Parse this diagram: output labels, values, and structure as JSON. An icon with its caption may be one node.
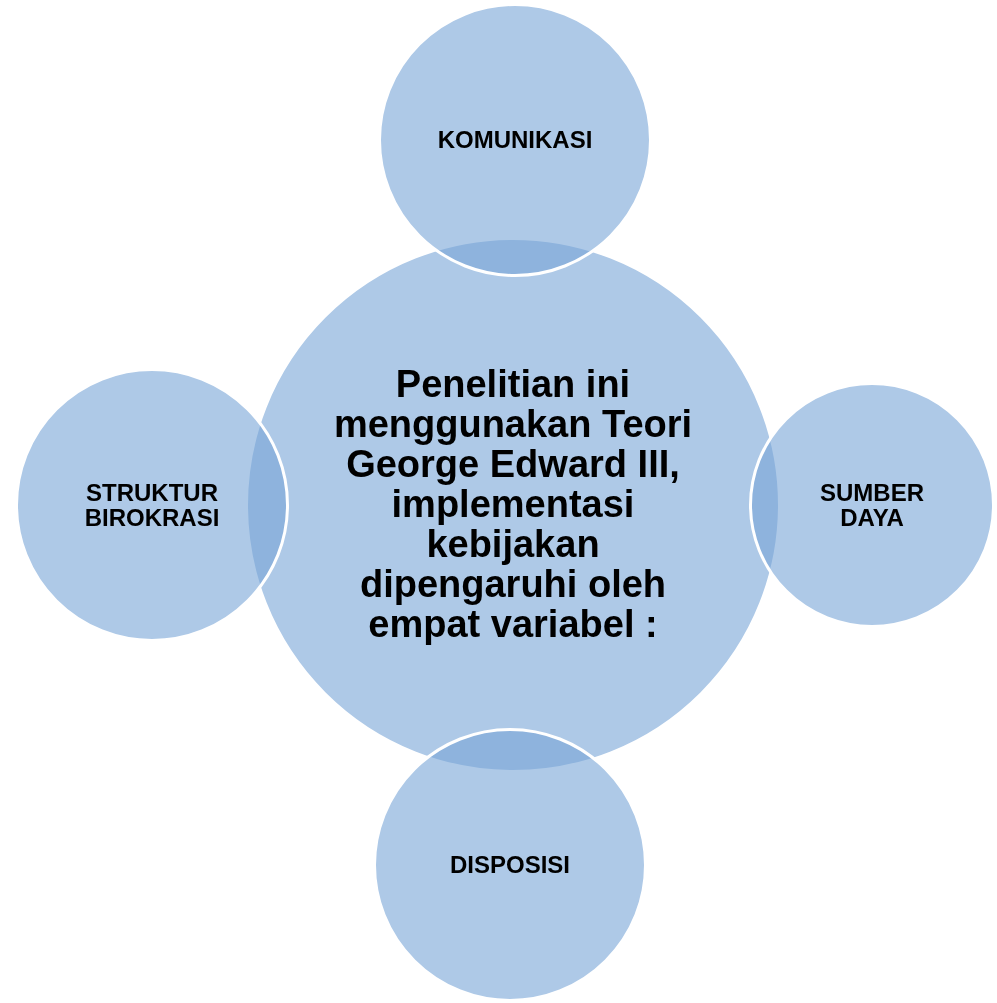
{
  "diagram": {
    "nodes": [
      {
        "text": [
          "KOMUNIKASI"
        ]
      },
      {
        "text": [
          "STRUKTUR BIROKRASI"
        ]
      },
      {
        "text": [
          "Penelitian ini menggunakan Teori George Edward III, implementasi kebijakan dipengaruhi oleh empat variabel :"
        ]
      },
      {
        "text": [
          "SUMBER DAYA"
        ]
      },
      {
        "text": [
          "DISPOSISI"
        ]
      }
    ]
  }
}
